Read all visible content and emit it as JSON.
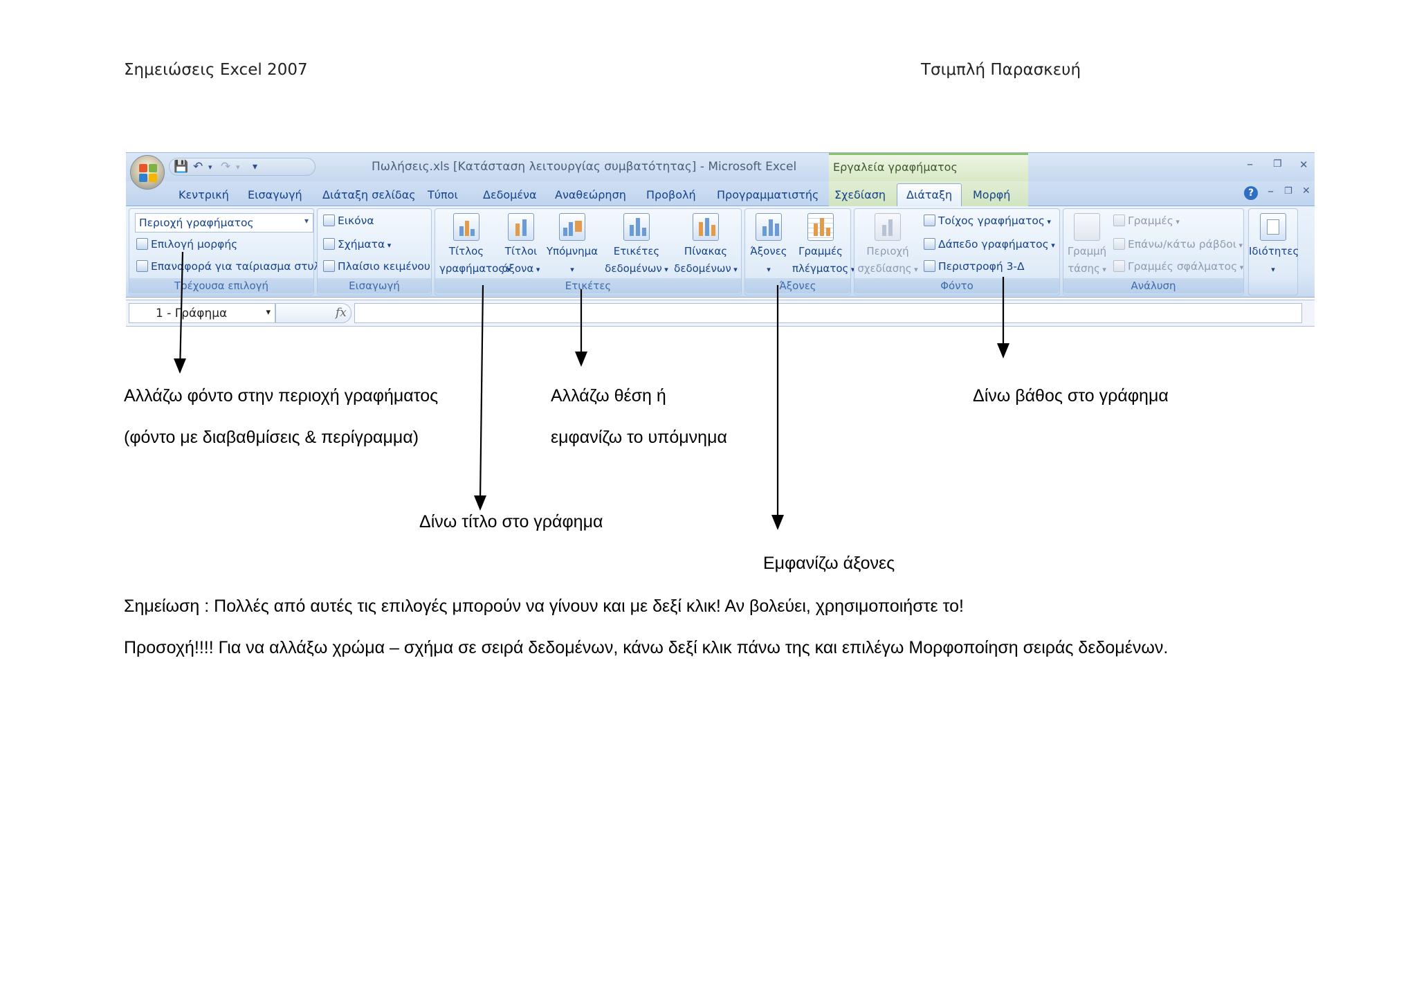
{
  "header": {
    "left": "Σημειώσεις Excel 2007",
    "right": "Τσιμπλή Παρασκευή"
  },
  "window": {
    "title": "Πωλήσεις.xls  [Κατάσταση λειτουργίας συμβατότητας] - Microsoft Excel",
    "contextual_title": "Εργαλεία γραφήματος",
    "controls": {
      "minimize": "–",
      "restore": "❐",
      "close": "✕"
    },
    "help": "?"
  },
  "tabs": [
    {
      "label": "Κεντρική"
    },
    {
      "label": "Εισαγωγή"
    },
    {
      "label": "Διάταξη σελίδας"
    },
    {
      "label": "Τύποι"
    },
    {
      "label": "Δεδομένα"
    },
    {
      "label": "Αναθεώρηση"
    },
    {
      "label": "Προβολή"
    },
    {
      "label": "Προγραμματιστής"
    },
    {
      "label": "Σχεδίαση"
    },
    {
      "label": "Διάταξη",
      "active": true
    },
    {
      "label": "Μορφή"
    }
  ],
  "groups": {
    "current_selection": {
      "label": "Τρέχουσα επιλογή",
      "dropdown_value": "Περιοχή γραφήματος",
      "format_selection": "Επιλογή μορφής",
      "reset_to_match": "Επαναφορά για ταίριασμα στυλ"
    },
    "insert": {
      "label": "Εισαγωγή",
      "picture": "Εικόνα",
      "shapes": "Σχήματα",
      "text_box": "Πλαίσιο κειμένου"
    },
    "labels": {
      "label": "Ετικέτες",
      "chart_title": [
        "Τίτλος",
        "γραφήματος"
      ],
      "axis_titles": [
        "Τίτλοι",
        "άξονα"
      ],
      "legend": [
        "Υπόμνημα"
      ],
      "data_labels": [
        "Ετικέτες",
        "δεδομένων"
      ],
      "data_table": [
        "Πίνακας",
        "δεδομένων"
      ]
    },
    "axes": {
      "label": "Άξονες",
      "axes": [
        "Άξονες"
      ],
      "gridlines": [
        "Γραμμές",
        "πλέγματος"
      ]
    },
    "background": {
      "label": "Φόντο",
      "plot_area": [
        "Περιοχή",
        "σχεδίασης"
      ],
      "chart_wall": "Τοίχος γραφήματος",
      "chart_floor": "Δάπεδο γραφήματος",
      "rotation_3d": "Περιστροφή 3-Δ"
    },
    "analysis": {
      "label": "Ανάλυση",
      "trendline": [
        "Γραμμή",
        "τάσης"
      ],
      "lines": "Γραμμές",
      "up_down_bars": "Επάνω/κάτω ράβδοι",
      "error_bars": "Γραμμές σφάλματος"
    },
    "properties": {
      "label": "Ιδιότητες"
    }
  },
  "formula_bar": {
    "name_box": "1 - Γράφημα",
    "fx": "fx"
  },
  "annotations": {
    "chart_area_line1": "Αλλάζω φόντο στην περιοχή γραφήματος",
    "chart_area_line2": "(φόντο με διαβαθμίσεις & περίγραμμα)",
    "legend_line1": "Αλλάζω θέση ή",
    "legend_line2": "εμφανίζω το υπόμνημα",
    "depth": "Δίνω βάθος στο γράφημα",
    "title": "Δίνω τίτλο στο γράφημα",
    "axes": "Εμφανίζω άξονες",
    "note": "Σημείωση : Πολλές από αυτές τις επιλογές μπορούν να γίνουν και με δεξί κλικ! Αν βολεύει, χρησιμοποιήστε το!",
    "warning": "Προσοχή!!!! Για να αλλάξω χρώμα – σχήμα σε σειρά δεδομένων, κάνω δεξί κλικ πάνω της και επιλέγω Μορφοποίηση σειράς δεδομένων."
  },
  "colors": {
    "ribbon_text": "#15428b",
    "contextual_green": "#8fc06c",
    "arrow": "#000000"
  }
}
